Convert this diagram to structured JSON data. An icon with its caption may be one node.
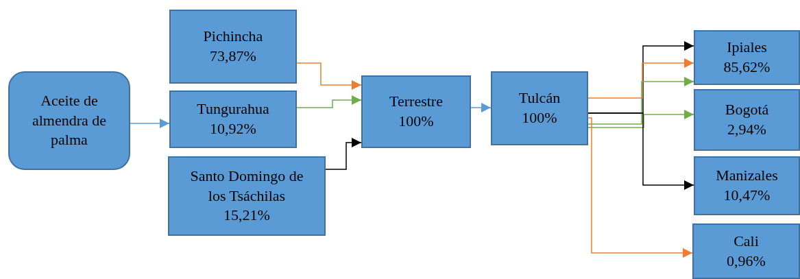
{
  "diagram": {
    "nodes": [
      {
        "text": [
          "Aceite de almendra de palma"
        ]
      },
      {
        "text": [
          "Pichincha",
          "73,87%"
        ]
      },
      {
        "text": [
          "Tungurahua",
          "10,92%"
        ]
      },
      {
        "text": [
          "Santo Domingo de los Tsáchilas",
          "15,21%"
        ]
      },
      {
        "text": [
          "Terrestre",
          "100%"
        ]
      },
      {
        "text": [
          "Tulcán",
          "100%"
        ]
      },
      {
        "text": [
          "Ipiales",
          "85,62%"
        ]
      },
      {
        "text": [
          "Bogotá",
          "2,94%"
        ]
      },
      {
        "text": [
          "Manizales",
          "10,47%"
        ]
      },
      {
        "text": [
          "Cali",
          "0,96%"
        ]
      }
    ],
    "edges": [
      {
        "from": 0,
        "to": 2,
        "arrow": "to",
        "color": "#5b9bd5"
      },
      {
        "from": 1,
        "to": 4,
        "arrow": "to",
        "color": "#ed7d31"
      },
      {
        "from": 2,
        "to": 4,
        "arrow": "to",
        "color": "#70ad47"
      },
      {
        "from": 3,
        "to": 4,
        "arrow": "to",
        "color": "#000000"
      },
      {
        "from": 4,
        "to": 5,
        "arrow": "to",
        "color": "#5b9bd5"
      },
      {
        "from": 5,
        "to": 6,
        "arrow": "to",
        "color": "#000000"
      },
      {
        "from": 5,
        "to": 6,
        "arrow": "to",
        "color": "#ed7d31"
      },
      {
        "from": 5,
        "to": 6,
        "arrow": "to",
        "color": "#70ad47"
      },
      {
        "from": 5,
        "to": 7,
        "arrow": "to",
        "color": "#70ad47"
      },
      {
        "from": 5,
        "to": 8,
        "arrow": "to",
        "color": "#000000"
      },
      {
        "from": 5,
        "to": 9,
        "arrow": "to",
        "color": "#ed7d31"
      }
    ]
  }
}
